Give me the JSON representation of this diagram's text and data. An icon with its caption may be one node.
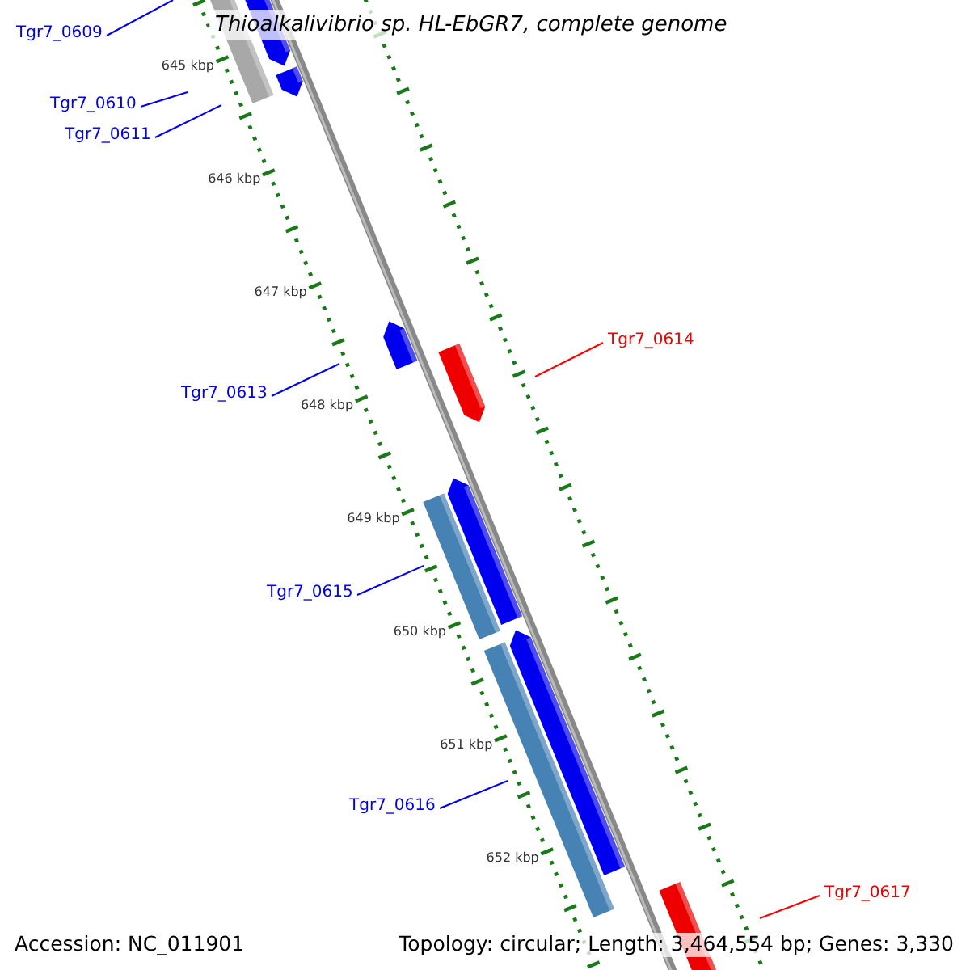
{
  "diagram": {
    "title": "Thioalkalivibrio sp. HL-EbGR7, complete genome",
    "nodes": [
      {
        "text": [
          "Tgr7_0609"
        ]
      },
      {
        "text": [
          "Tgr7_0610"
        ]
      },
      {
        "text": [
          "Tgr7_0611"
        ]
      },
      {
        "text": [
          "Tgr7_0614"
        ]
      },
      {
        "text": [
          "Tgr7_0613"
        ]
      },
      {
        "text": [
          "Tgr7_0615"
        ]
      },
      {
        "text": [
          "Tgr7_0616"
        ]
      },
      {
        "text": [
          "Tgr7_0617"
        ]
      }
    ],
    "edges": [
      {
        "from": 0,
        "to": null,
        "arrow": "none"
      },
      {
        "from": 1,
        "to": null,
        "arrow": "none"
      },
      {
        "from": 2,
        "to": null,
        "arrow": "none"
      },
      {
        "from": 3,
        "to": null,
        "arrow": "none",
        "color": "#ff0000"
      },
      {
        "from": 4,
        "to": null,
        "arrow": "none"
      },
      {
        "from": 5,
        "to": null,
        "arrow": "none"
      },
      {
        "from": 6,
        "to": null,
        "arrow": "none"
      },
      {
        "from": 7,
        "to": null,
        "arrow": "none",
        "color": "#ff0000"
      }
    ],
    "labels": [
      "645 kbp",
      "646 kbp",
      "647 kbp",
      "648 kbp",
      "649 kbp",
      "650 kbp",
      "651 kbp",
      "652 kbp",
      "Accession: NC_011901",
      "Topology: circular; Length: 3,464,554 bp; Genes: 3,330"
    ]
  }
}
